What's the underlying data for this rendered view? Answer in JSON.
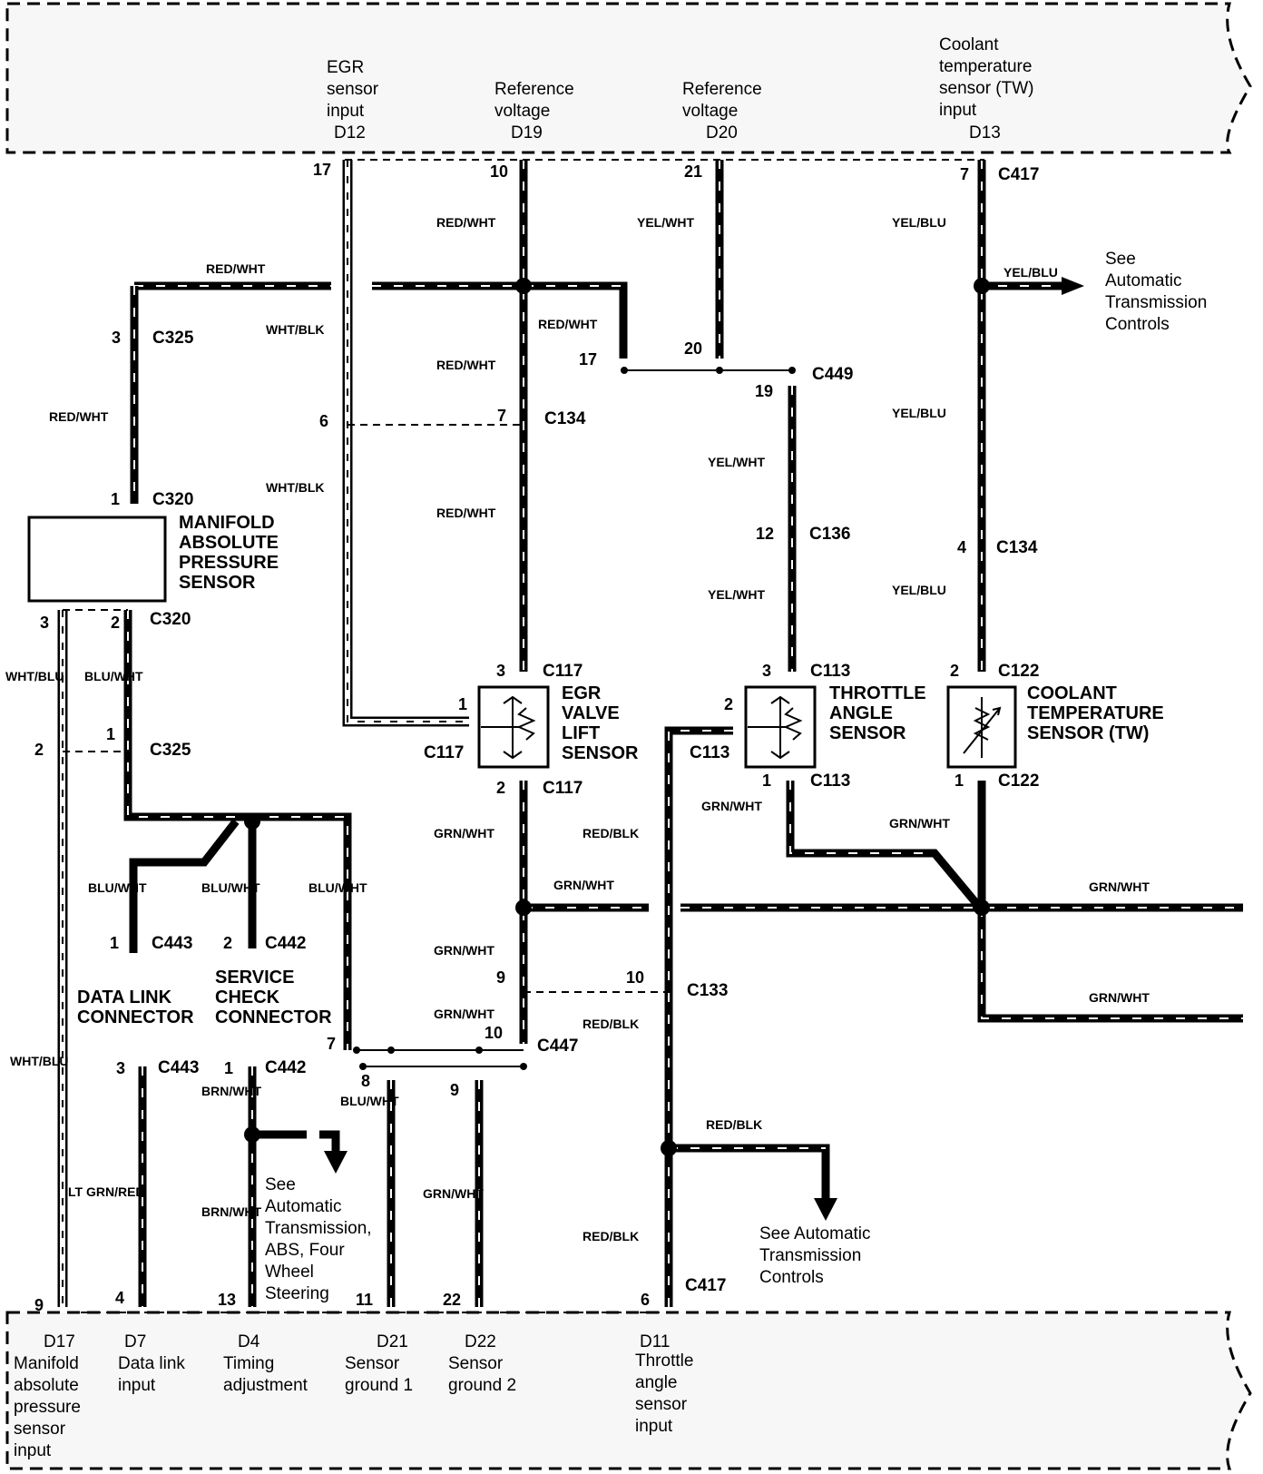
{
  "ecm_top": {
    "egr": [
      "EGR",
      "sensor",
      "input",
      "D12"
    ],
    "ref19": [
      "Reference",
      "voltage",
      "D19"
    ],
    "ref20": [
      "Reference",
      "voltage",
      "D20"
    ],
    "coolant": [
      "Coolant",
      "temperature",
      "sensor (TW)",
      "input",
      "D13"
    ]
  },
  "ecm_bottom": {
    "d17": [
      "D17",
      "Manifold",
      "absolute",
      "pressure",
      "sensor",
      "input"
    ],
    "d7": [
      "D7",
      "Data link",
      "input"
    ],
    "d4": [
      "D4",
      "Timing",
      "adjustment"
    ],
    "d21": [
      "D21",
      "Sensor",
      "ground 1"
    ],
    "d22": [
      "D22",
      "Sensor",
      "ground 2"
    ],
    "d11": [
      "D11",
      "Throttle",
      "angle",
      "sensor",
      "input"
    ]
  },
  "components": {
    "map": [
      "MANIFOLD",
      "ABSOLUTE",
      "PRESSURE",
      "SENSOR"
    ],
    "egr": [
      "EGR",
      "VALVE",
      "LIFT",
      "SENSOR"
    ],
    "throttle": [
      "THROTTLE",
      "ANGLE",
      "SENSOR"
    ],
    "coolant": [
      "COOLANT",
      "TEMPERATURE",
      "SENSOR (TW)"
    ],
    "dlc": [
      "DATA LINK",
      "CONNECTOR"
    ],
    "scc": [
      "SERVICE",
      "CHECK",
      "CONNECTOR"
    ]
  },
  "notes": {
    "at_right": [
      "See",
      "Automatic",
      "Transmission",
      "Controls"
    ],
    "at_abs": [
      "See",
      "Automatic",
      "Transmission,",
      "ABS, Four",
      "Wheel",
      "Steering"
    ],
    "at_bottom": [
      "See Automatic",
      "Transmission",
      "Controls"
    ]
  },
  "connectors": {
    "c417": "C417",
    "c325": "C325",
    "c320": "C320",
    "c134": "C134",
    "c449": "C449",
    "c136": "C136",
    "c117": "C117",
    "c113": "C113",
    "c122": "C122",
    "c443": "C443",
    "c442": "C442",
    "c133": "C133",
    "c447": "C447"
  },
  "wire_colors": {
    "red_wht": "RED/WHT",
    "yel_wht": "YEL/WHT",
    "yel_blu": "YEL/BLU",
    "wht_blk": "WHT/BLK",
    "grn_wht": "GRN/WHT",
    "red_blk": "RED/BLK",
    "wht_blu": "WHT/BLU",
    "blu_wht": "BLU/WHT",
    "brn_wht": "BRN/WHT",
    "lt_grn_red": "LT GRN/RED"
  },
  "pins": {
    "p17": "17",
    "p10": "10",
    "p21": "21",
    "p7": "7",
    "p3": "3",
    "p20": "20",
    "p6": "6",
    "p19": "19",
    "p1": "1",
    "p12": "12",
    "p4": "4",
    "p2": "2",
    "p9": "9",
    "p8": "8",
    "p13": "13",
    "p11": "11",
    "p22": "22"
  }
}
